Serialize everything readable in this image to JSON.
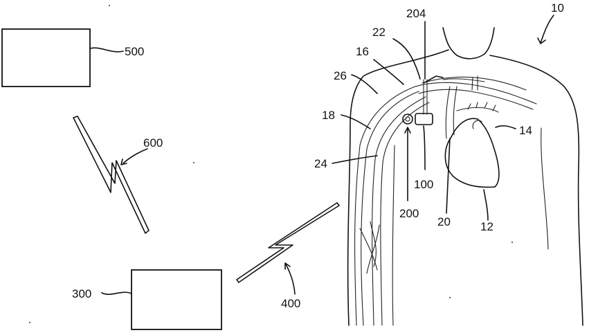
{
  "labels": {
    "ref_10": "10",
    "ref_12": "12",
    "ref_14": "14",
    "ref_16": "16",
    "ref_18": "18",
    "ref_20": "20",
    "ref_22": "22",
    "ref_24": "24",
    "ref_26": "26",
    "ref_100": "100",
    "ref_200": "200",
    "ref_204": "204",
    "ref_300": "300",
    "ref_400": "400",
    "ref_500": "500",
    "ref_600": "600"
  }
}
